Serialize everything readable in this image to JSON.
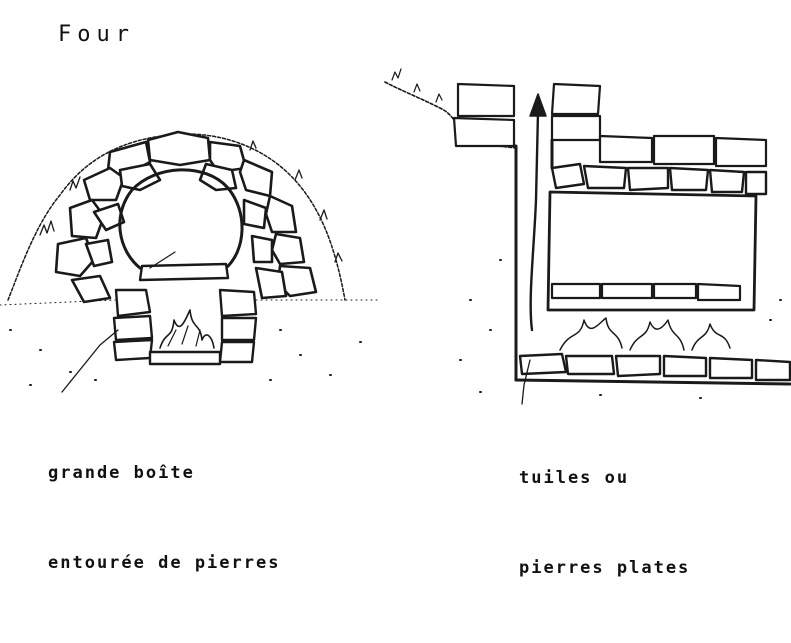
{
  "title": "Four",
  "left_caption": {
    "line1": "grande boîte",
    "line2": "entourée de pierres"
  },
  "right_caption": {
    "line1": "tuiles ou",
    "line2": "pierres plates"
  },
  "colors": {
    "ink": "#1a1a1a",
    "paper": "#ffffff"
  }
}
